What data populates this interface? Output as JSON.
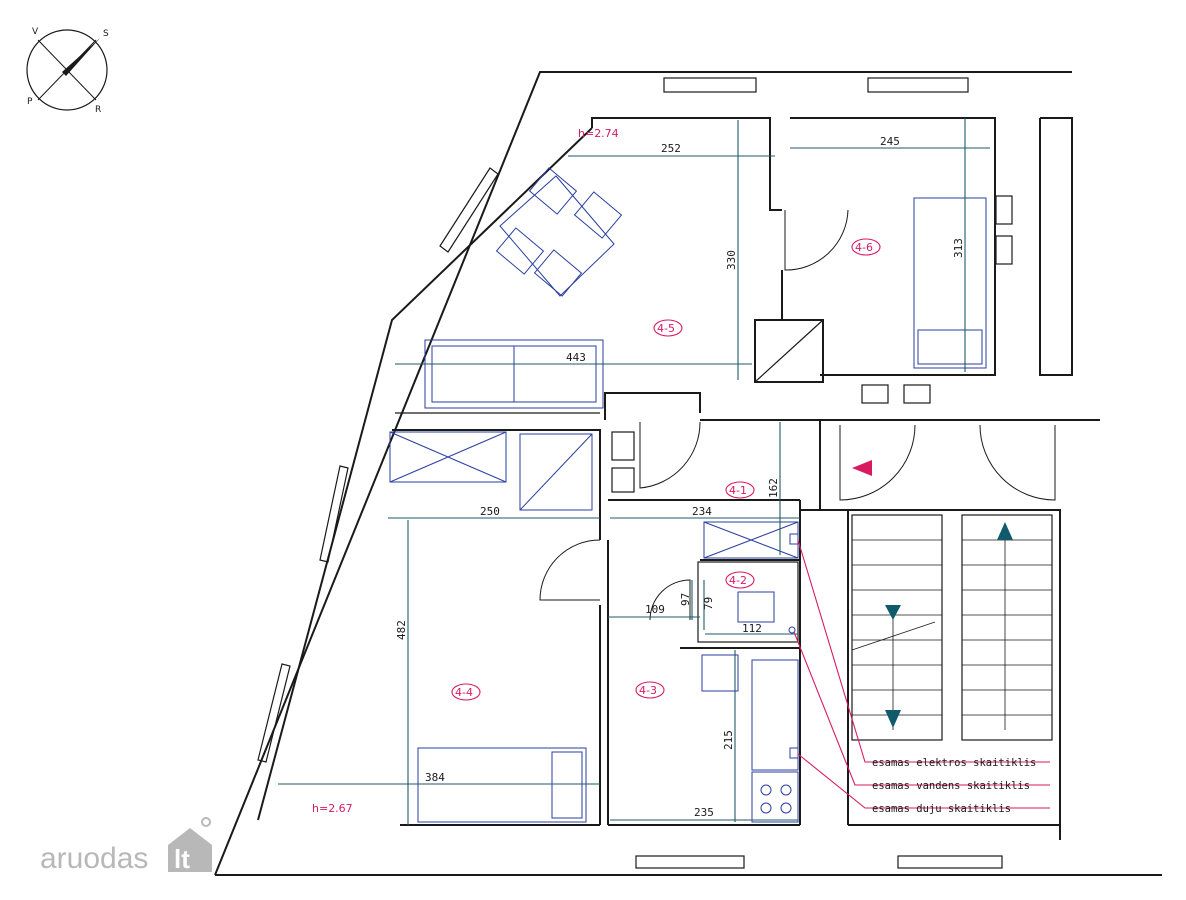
{
  "compass": {
    "letters": [
      "V",
      "S",
      "P",
      "R"
    ]
  },
  "heights": {
    "h1": "h=2.74",
    "h2": "h=2.67"
  },
  "rooms": [
    {
      "id": "4-1"
    },
    {
      "id": "4-2"
    },
    {
      "id": "4-3"
    },
    {
      "id": "4-4"
    },
    {
      "id": "4-5"
    },
    {
      "id": "4-6"
    }
  ],
  "dimensions": {
    "d252": "252",
    "d245": "245",
    "d330": "330",
    "d313": "313",
    "d443": "443",
    "d250": "250",
    "d234": "234",
    "d162": "162",
    "d482": "482",
    "d109": "109",
    "d97": "97",
    "d79": "79",
    "d112": "112",
    "d215": "215",
    "d384": "384",
    "d235": "235"
  },
  "legend": {
    "electric": "esamas elektros skaitiklis",
    "water": "esamas vandens skaitiklis",
    "gas": "esamas duju skaitiklis"
  },
  "watermark": {
    "brand": "aruodas",
    "suffix": "lt"
  },
  "colors": {
    "accent": "#d81b60",
    "dimension": "#1f5a6b",
    "furniture": "#2a3fa0",
    "arrow": "#0f5a6b"
  }
}
